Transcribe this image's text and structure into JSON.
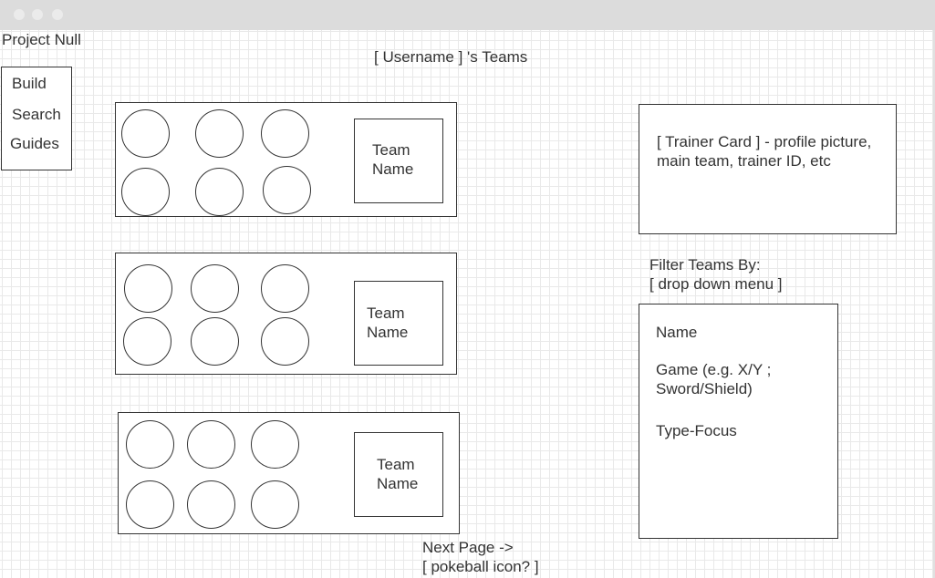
{
  "window": {
    "chrome_color": "#dcdcdc"
  },
  "app": {
    "title": "Project Null"
  },
  "nav": {
    "items": [
      {
        "label": "Build"
      },
      {
        "label": "Search"
      },
      {
        "label": "Guides"
      }
    ]
  },
  "header": {
    "title": "[ Username ] 's Teams"
  },
  "teams": [
    {
      "name_line1": "Team",
      "name_line2": "Name"
    },
    {
      "name_line1": "Team",
      "name_line2": "Name"
    },
    {
      "name_line1": "Team",
      "name_line2": "Name"
    }
  ],
  "trainer_card": {
    "line1": "[ Trainer Card ] - profile picture,",
    "line2": "main team, trainer ID, etc"
  },
  "filter": {
    "label_line1": "Filter Teams By:",
    "label_line2": "[ drop down menu ]",
    "options": [
      {
        "line1": "Name",
        "line2": ""
      },
      {
        "line1": "Game (e.g. X/Y ;",
        "line2": "Sword/Shield)"
      },
      {
        "line1": "Type-Focus",
        "line2": ""
      }
    ]
  },
  "pagination": {
    "next_label": "Next Page ->",
    "icon_note": "[ pokeball icon? ]"
  }
}
